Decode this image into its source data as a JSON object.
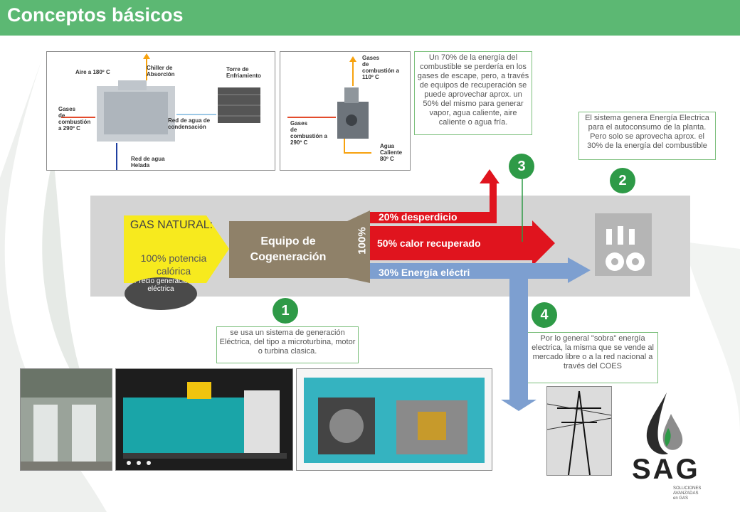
{
  "header": {
    "title": "Conceptos básicos"
  },
  "photo_chiller": {
    "labels": {
      "aire": "Aire a 180º C",
      "chiller": "Chiller de\nAbsorción",
      "torre": "Torre de\nEnfriamiento",
      "gases": "Gases\nde combustión\na 290º C",
      "red_cond": "Red de agua de\ncondensación",
      "red_helada": "Red de agua\nHelada"
    }
  },
  "photo_boiler": {
    "labels": {
      "gases_out": "Gases\nde\ncombustión a\n110º C",
      "gases_in": "Gases\nde\ncombustión a\n290º C",
      "agua": "Agua\nCaliente\n80º C"
    }
  },
  "notes": {
    "note_70": "Un 70% de la energía del combustible se perdería en los gases de escape, pero, a través de equipos de recuperación se puede aprovechar aprox. un 50% del mismo para generar vapor, agua caliente, aire caliente o agua fría.",
    "note_electric": "El sistema genera Energía Electrica para el autoconsumo de la planta. Pero solo se aprovecha aprox. el 30% de la energía del combustible",
    "note_generation": "se usa un sistema de generación Eléctrica, del tipo a microturbina, motor o turbina clasica.",
    "note_surplus": "Por lo general \"sobra\" energía electrica, la misma que se vende al mercado libre o a la red nacional a través del COES"
  },
  "badges": {
    "b1": "1",
    "b2": "2",
    "b3": "3",
    "b4": "4"
  },
  "diagram": {
    "gas_title": "GAS NATURAL:",
    "gas_sub": "100% potencia calórica",
    "equipo": "Equipo de Cogeneración",
    "pct_total": "100%",
    "flow_waste": "20% desperdicio",
    "flow_heat": "50% calor recuperado",
    "flow_elec": "30% Energía eléctri",
    "oval": "A Precio generació n eléctrica"
  },
  "logo": {
    "text": "SAG",
    "subtitle": "SOLUCIONES\nAVANZADAS\nen GAS"
  },
  "colors": {
    "header": "#5cb873",
    "waste": "#e0141e",
    "heat": "#e0141e",
    "electric": "#7d9fd0",
    "gas": "#f7ea1e",
    "equipo": "#8f8169"
  }
}
